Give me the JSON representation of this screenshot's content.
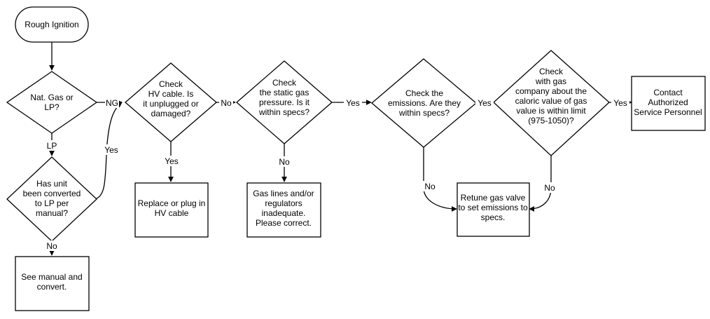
{
  "nodes": {
    "start": {
      "lines": [
        "Rough Ignition"
      ]
    },
    "q_fuel": {
      "lines": [
        "Nat. Gas or",
        "LP?"
      ]
    },
    "q_converted": {
      "lines": [
        "Has unit",
        "been converted",
        "to LP per",
        "manual?"
      ]
    },
    "box_manual": {
      "lines": [
        "See manual and",
        "convert."
      ]
    },
    "q_hv": {
      "lines": [
        "Check",
        "HV cable.  Is",
        "it unplugged or",
        "damaged?"
      ]
    },
    "box_hv": {
      "lines": [
        "Replace or plug in",
        "HV cable"
      ]
    },
    "q_pressure": {
      "lines": [
        "Check",
        "the static gas",
        "pressure.  Is it",
        "within specs?"
      ]
    },
    "box_gaslines": {
      "lines": [
        "Gas lines and/or",
        "regulators",
        "inadequate.",
        "Please correct."
      ]
    },
    "q_emissions": {
      "lines": [
        "Check the",
        "emissions. Are they",
        "within specs?"
      ]
    },
    "q_caloric": {
      "lines": [
        "Check",
        "with gas",
        "company about the",
        "caloric value of gas",
        "value is within limit",
        "(975-1050)?"
      ]
    },
    "box_contact": {
      "lines": [
        "Contact",
        "Authorized",
        "Service Personnel"
      ]
    },
    "box_retune": {
      "lines": [
        "Retune gas valve",
        "to set emissions to",
        "specs."
      ]
    }
  },
  "edge_labels": {
    "ng": "NG",
    "lp": "LP",
    "converted_yes": "Yes",
    "converted_no": "No",
    "hv_no": "No",
    "hv_yes": "Yes",
    "pressure_yes": "Yes",
    "pressure_no": "No",
    "emissions_yes": "Yes",
    "emissions_no": "No",
    "caloric_yes": "Yes",
    "caloric_no": "No"
  }
}
